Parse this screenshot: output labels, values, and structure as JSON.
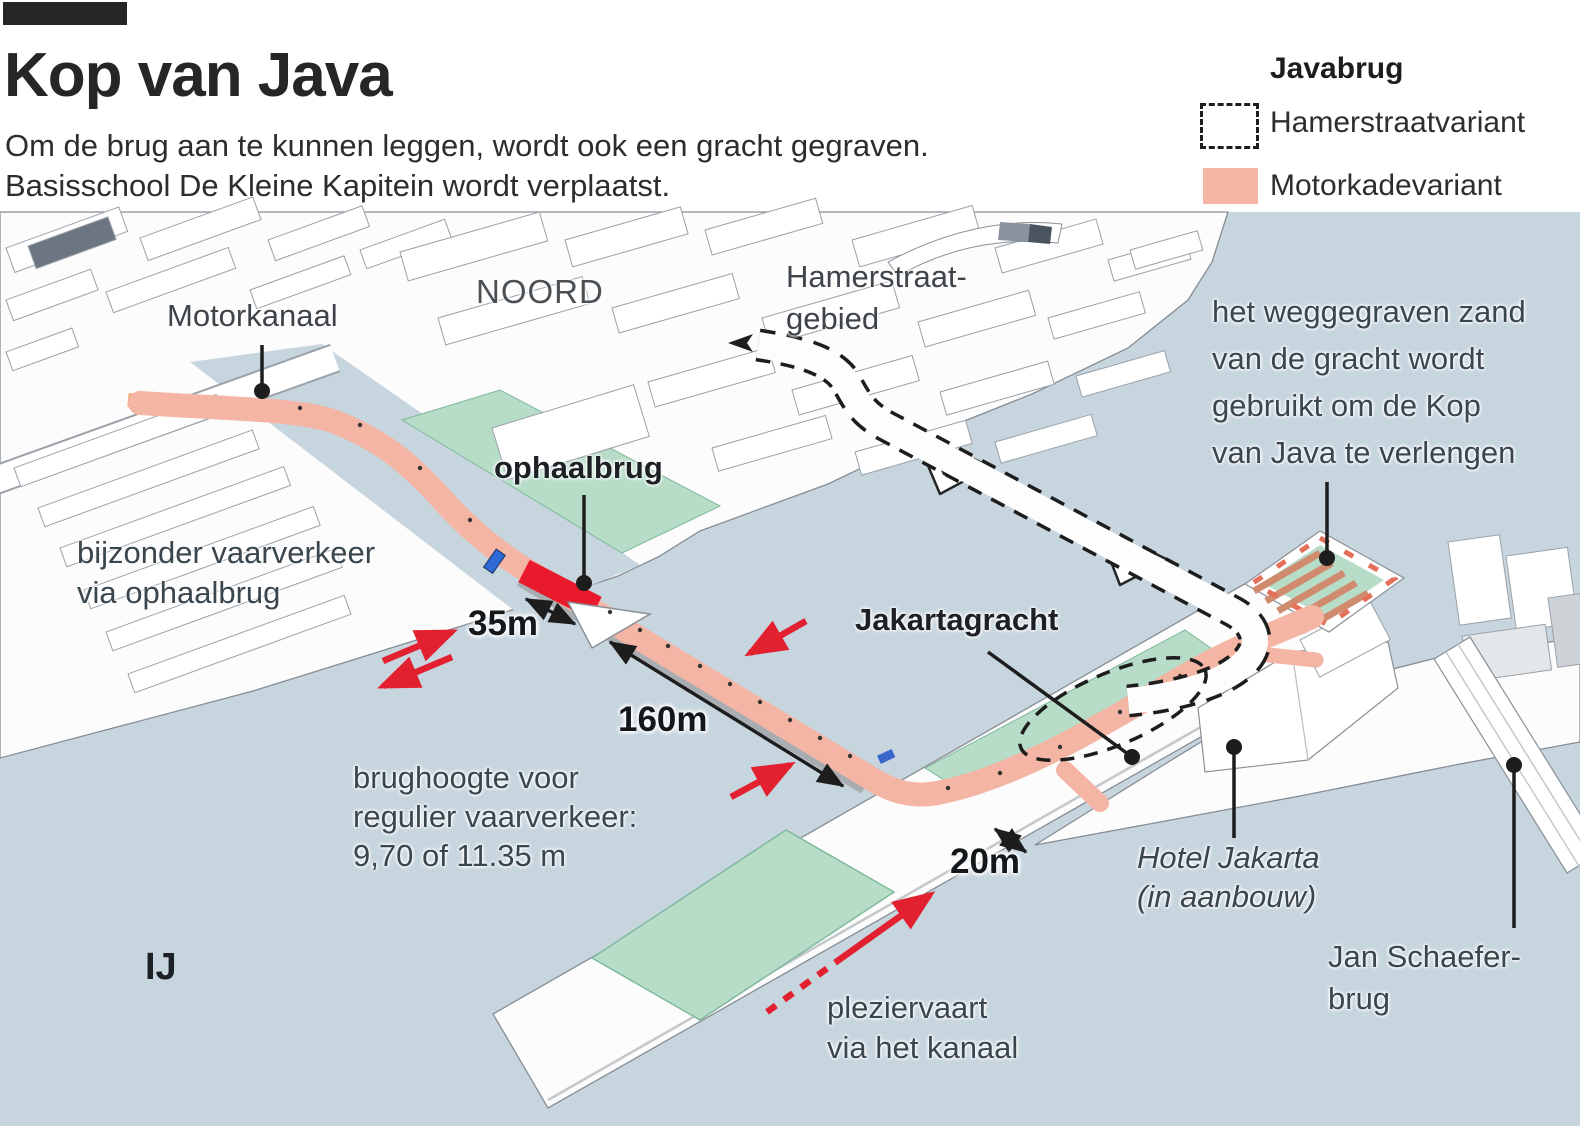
{
  "header": {
    "title": "Kop van Java",
    "subtitle_line1": "Om de brug aan te kunnen leggen, wordt ook een gracht gegraven.",
    "subtitle_line2": "Basisschool De Kleine Kapitein wordt verplaatst."
  },
  "legend": {
    "title": "Javabrug",
    "items": [
      {
        "label": "Hamerstraatvariant",
        "swatch": "dashed-outline"
      },
      {
        "label": "Motorkadevariant",
        "swatch": "solid-fill"
      }
    ]
  },
  "map": {
    "place_labels": {
      "motorkanaal": "Motorkanaal",
      "noord": "NOORD",
      "hamerstraat_line1": "Hamerstraat-",
      "hamerstraat_line2": "gebied",
      "ophaalbrug": "ophaalbrug",
      "jakartagracht": "Jakartagracht",
      "ij": "IJ",
      "hotel_line1": "Hotel Jakarta",
      "hotel_line2": "(in aanbouw)",
      "jan_schaefer_line1": "Jan Schaefer-",
      "jan_schaefer_line2": "brug"
    },
    "measurements": {
      "bridge_opening": "35m",
      "bridge_length": "160m",
      "canal_width": "20m"
    },
    "annotations": {
      "sand_line1": "het weggegraven zand",
      "sand_line2": "van de gracht wordt",
      "sand_line3": "gebruikt om de Kop",
      "sand_line4": "van Java te verlengen",
      "bijzonder_line1": "bijzonder vaarverkeer",
      "bijzonder_line2": "via ophaalbrug",
      "brughoogte_line1": "brughoogte voor",
      "brughoogte_line2": "regulier vaarverkeer:",
      "brughoogte_line3": "9,70 of 11.35 m",
      "pleziervaart_line1": "pleziervaart",
      "pleziervaart_line2": "via het kanaal"
    }
  },
  "colors": {
    "water": "#c7d5df",
    "park_green": "#b7dcc8",
    "motorkade_salmon": "#f4b5a4",
    "ophaalbrug_red": "#e81a2b",
    "arrow_red": "#e32030",
    "ink": "#1d1d1d"
  }
}
